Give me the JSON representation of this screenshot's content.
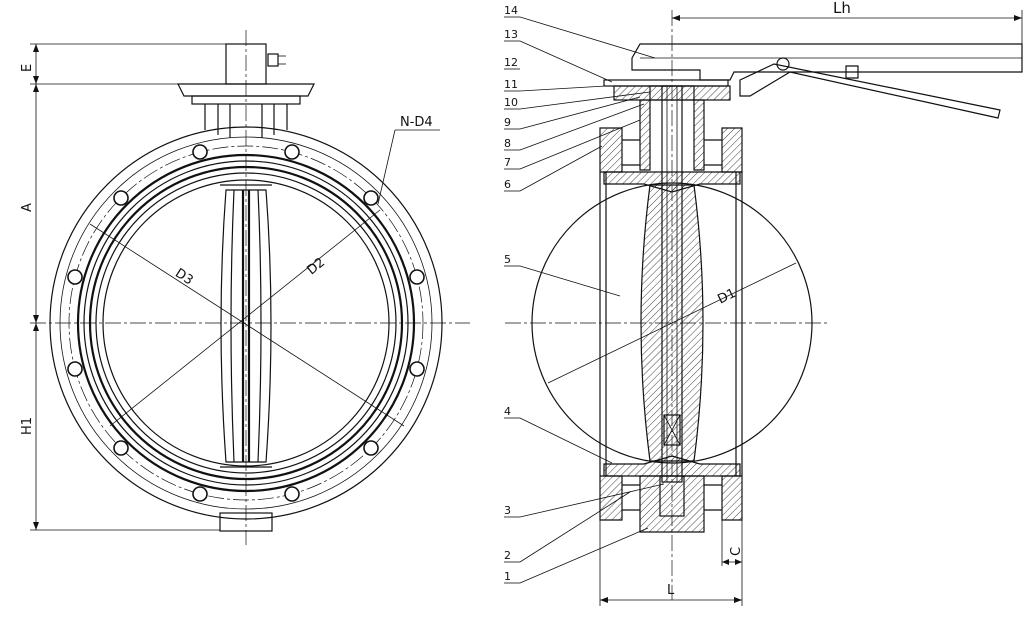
{
  "dimensions": {
    "E": "E",
    "A": "A",
    "H1": "H1",
    "D3": "D3",
    "D2": "D2",
    "N_D4": "N-D4",
    "D1": "D1",
    "Lh": "Lh",
    "L": "L",
    "C": "C"
  },
  "part_numbers": [
    "14",
    "13",
    "12",
    "11",
    "10",
    "9",
    "8",
    "7",
    "6",
    "5",
    "4",
    "3",
    "2",
    "1"
  ]
}
